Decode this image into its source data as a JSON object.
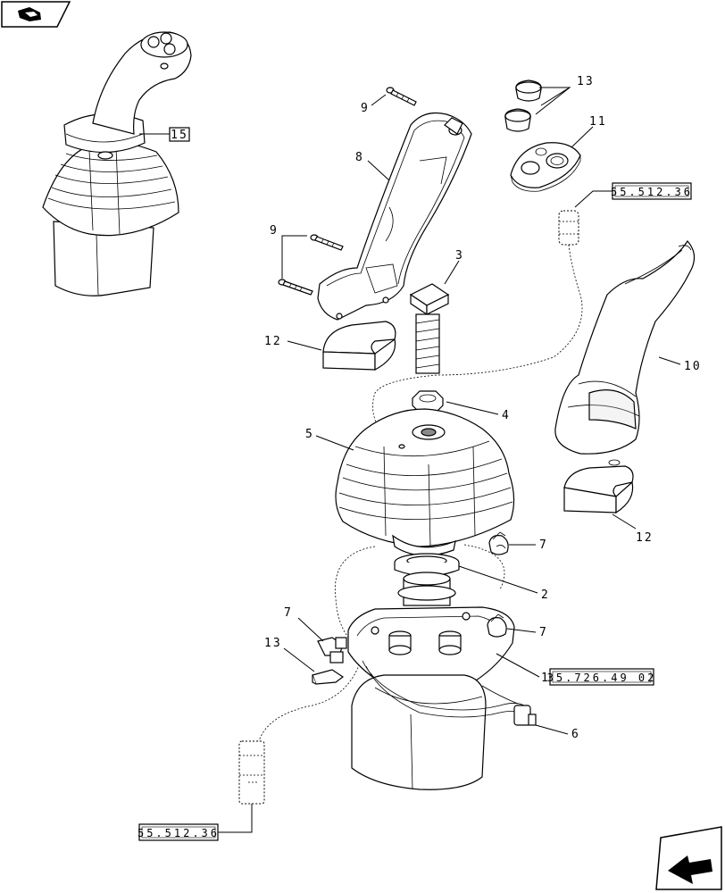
{
  "callouts": {
    "c15": "15",
    "c9a": "9",
    "c9b": "9",
    "c8": "8",
    "c13a": "13",
    "c11": "11",
    "c3": "3",
    "c12a": "12",
    "c10": "10",
    "c4": "4",
    "c5": "5",
    "c12b": "12",
    "c7a": "7",
    "c2": "2",
    "c7b": "7",
    "c7c": "7",
    "c13b": "13",
    "c1": "1",
    "c6": "6"
  },
  "refs": {
    "ref_top": "55.512.36",
    "ref_mid": "35.726.49 02",
    "ref_bottom": "55.512.36"
  },
  "nav": {
    "prev_icon": "back-page-icon",
    "next_icon": "next-page-icon"
  }
}
